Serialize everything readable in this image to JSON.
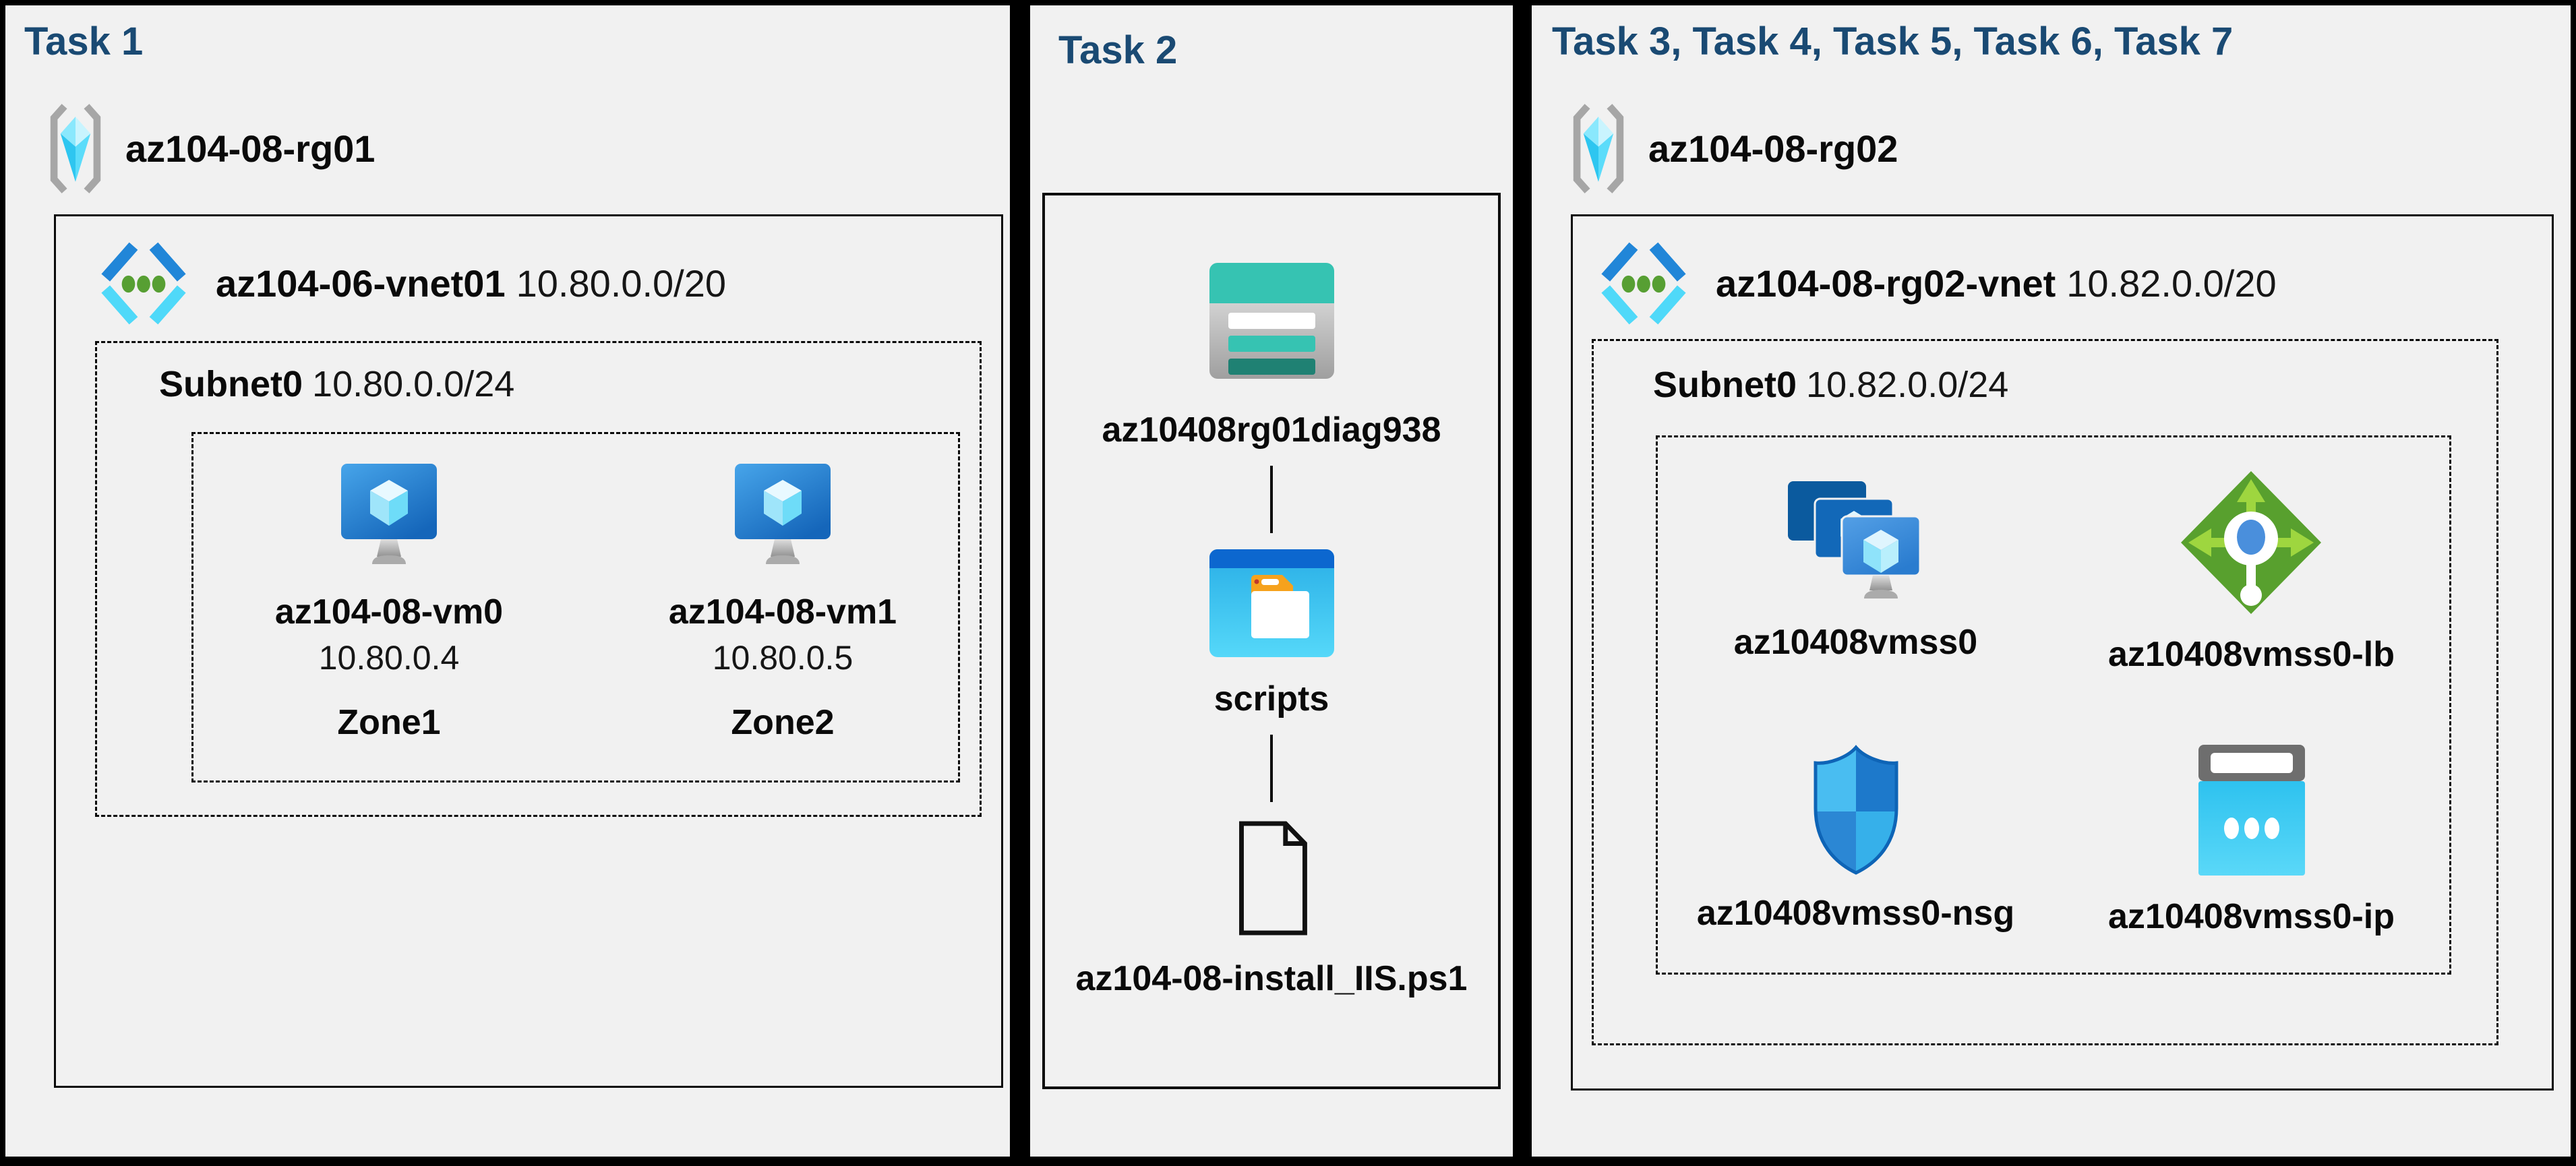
{
  "colors": {
    "canvas_bg": "#000000",
    "panel_bg": "#f1f1f1",
    "task_title": "#1a4a73",
    "label_text": "#0a0a0a",
    "vnet_blue": "#2186d8",
    "vnet_cyan": "#4fd9f9",
    "vnet_green": "#579f33",
    "storage_teal": "#36c3b2",
    "lb_green": "#58a02e",
    "nsg_blue": "#1d79cb",
    "ip_cyan": "#3ec9f2"
  },
  "icons": {
    "rg": "resource-group-icon",
    "vnet": "virtual-network-icon",
    "vm": "virtual-machine-icon",
    "storage": "storage-account-icon",
    "folder": "folder-icon",
    "file": "powershell-file-icon",
    "vmss": "vm-scale-set-icon",
    "lb": "load-balancer-icon",
    "nsg": "network-security-group-icon",
    "ip": "public-ip-icon"
  },
  "task1": {
    "title": "Task 1",
    "rg_name": "az104-08-rg01",
    "vnet_name": "az104-06-vnet01",
    "vnet_cidr": "10.80.0.0/20",
    "subnet_name": "Subnet0",
    "subnet_cidr": "10.80.0.0/24",
    "vm0_name": "az104-08-vm0",
    "vm0_ip": "10.80.0.4",
    "vm0_zone": "Zone1",
    "vm1_name": "az104-08-vm1",
    "vm1_ip": "10.80.0.5",
    "vm1_zone": "Zone2"
  },
  "task2": {
    "title": "Task 2",
    "storage_name": "az10408rg01diag938",
    "folder_name": "scripts",
    "file_name": "az104-08-install_IIS.ps1"
  },
  "task3": {
    "title": "Task 3, Task 4, Task 5, Task 6, Task 7",
    "rg_name": "az104-08-rg02",
    "vnet_name": "az104-08-rg02-vnet",
    "vnet_cidr": "10.82.0.0/20",
    "subnet_name": "Subnet0",
    "subnet_cidr": "10.82.0.0/24",
    "vmss_name": "az10408vmss0",
    "lb_name": "az10408vmss0-lb",
    "nsg_name": "az10408vmss0-nsg",
    "ip_name": "az10408vmss0-ip"
  }
}
